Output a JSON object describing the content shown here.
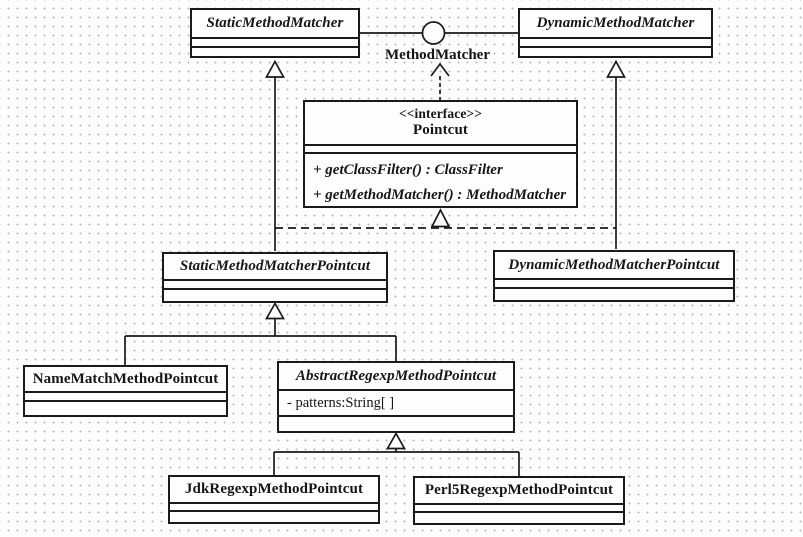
{
  "diagram": {
    "kind": "uml-class-diagram",
    "colors": {
      "line": "#1a1a1a",
      "background": "#fdfdfd",
      "dot_grid": "#b9b9b9",
      "box_fill": "#fdfdfd"
    },
    "classes": {
      "static_method_matcher": {
        "name": "StaticMethodMatcher",
        "abstract": true
      },
      "dynamic_method_matcher": {
        "name": "DynamicMethodMatcher",
        "abstract": true
      },
      "method_matcher_lollipop": {
        "name": "MethodMatcher"
      },
      "pointcut": {
        "stereotype": "<<interface>>",
        "name": "Pointcut",
        "methods": [
          "+ getClassFilter() : ClassFilter",
          "+ getMethodMatcher() : MethodMatcher"
        ]
      },
      "static_method_matcher_pointcut": {
        "name": "StaticMethodMatcherPointcut",
        "abstract": true
      },
      "dynamic_method_matcher_pointcut": {
        "name": "DynamicMethodMatcherPointcut",
        "abstract": true
      },
      "name_match_method_pointcut": {
        "name": "NameMatchMethodPointcut",
        "abstract": false
      },
      "abstract_regexp_method_pointcut": {
        "name": "AbstractRegexpMethodPointcut",
        "abstract": true,
        "attributes": [
          "- patterns:String[ ]"
        ]
      },
      "jdk_regexp_method_pointcut": {
        "name": "JdkRegexpMethodPointcut",
        "abstract": false
      },
      "perl5_regexp_method_pointcut": {
        "name": "Perl5RegexpMethodPointcut",
        "abstract": false
      }
    },
    "relationships": [
      {
        "type": "lollipop-interface",
        "name": "MethodMatcher",
        "connects": [
          "StaticMethodMatcher",
          "DynamicMethodMatcher"
        ]
      },
      {
        "type": "dependency-dashed-arrow",
        "from": "Pointcut",
        "to": "MethodMatcher"
      },
      {
        "type": "generalization",
        "from": "StaticMethodMatcherPointcut",
        "to": "StaticMethodMatcher"
      },
      {
        "type": "generalization",
        "from": "DynamicMethodMatcherPointcut",
        "to": "DynamicMethodMatcher"
      },
      {
        "type": "realization",
        "from": "StaticMethodMatcherPointcut",
        "to": "Pointcut"
      },
      {
        "type": "realization",
        "from": "DynamicMethodMatcherPointcut",
        "to": "Pointcut"
      },
      {
        "type": "generalization",
        "from": "NameMatchMethodPointcut",
        "to": "StaticMethodMatcherPointcut"
      },
      {
        "type": "generalization",
        "from": "AbstractRegexpMethodPointcut",
        "to": "StaticMethodMatcherPointcut"
      },
      {
        "type": "generalization",
        "from": "JdkRegexpMethodPointcut",
        "to": "AbstractRegexpMethodPointcut"
      },
      {
        "type": "generalization",
        "from": "Perl5RegexpMethodPointcut",
        "to": "AbstractRegexpMethodPointcut"
      }
    ]
  }
}
